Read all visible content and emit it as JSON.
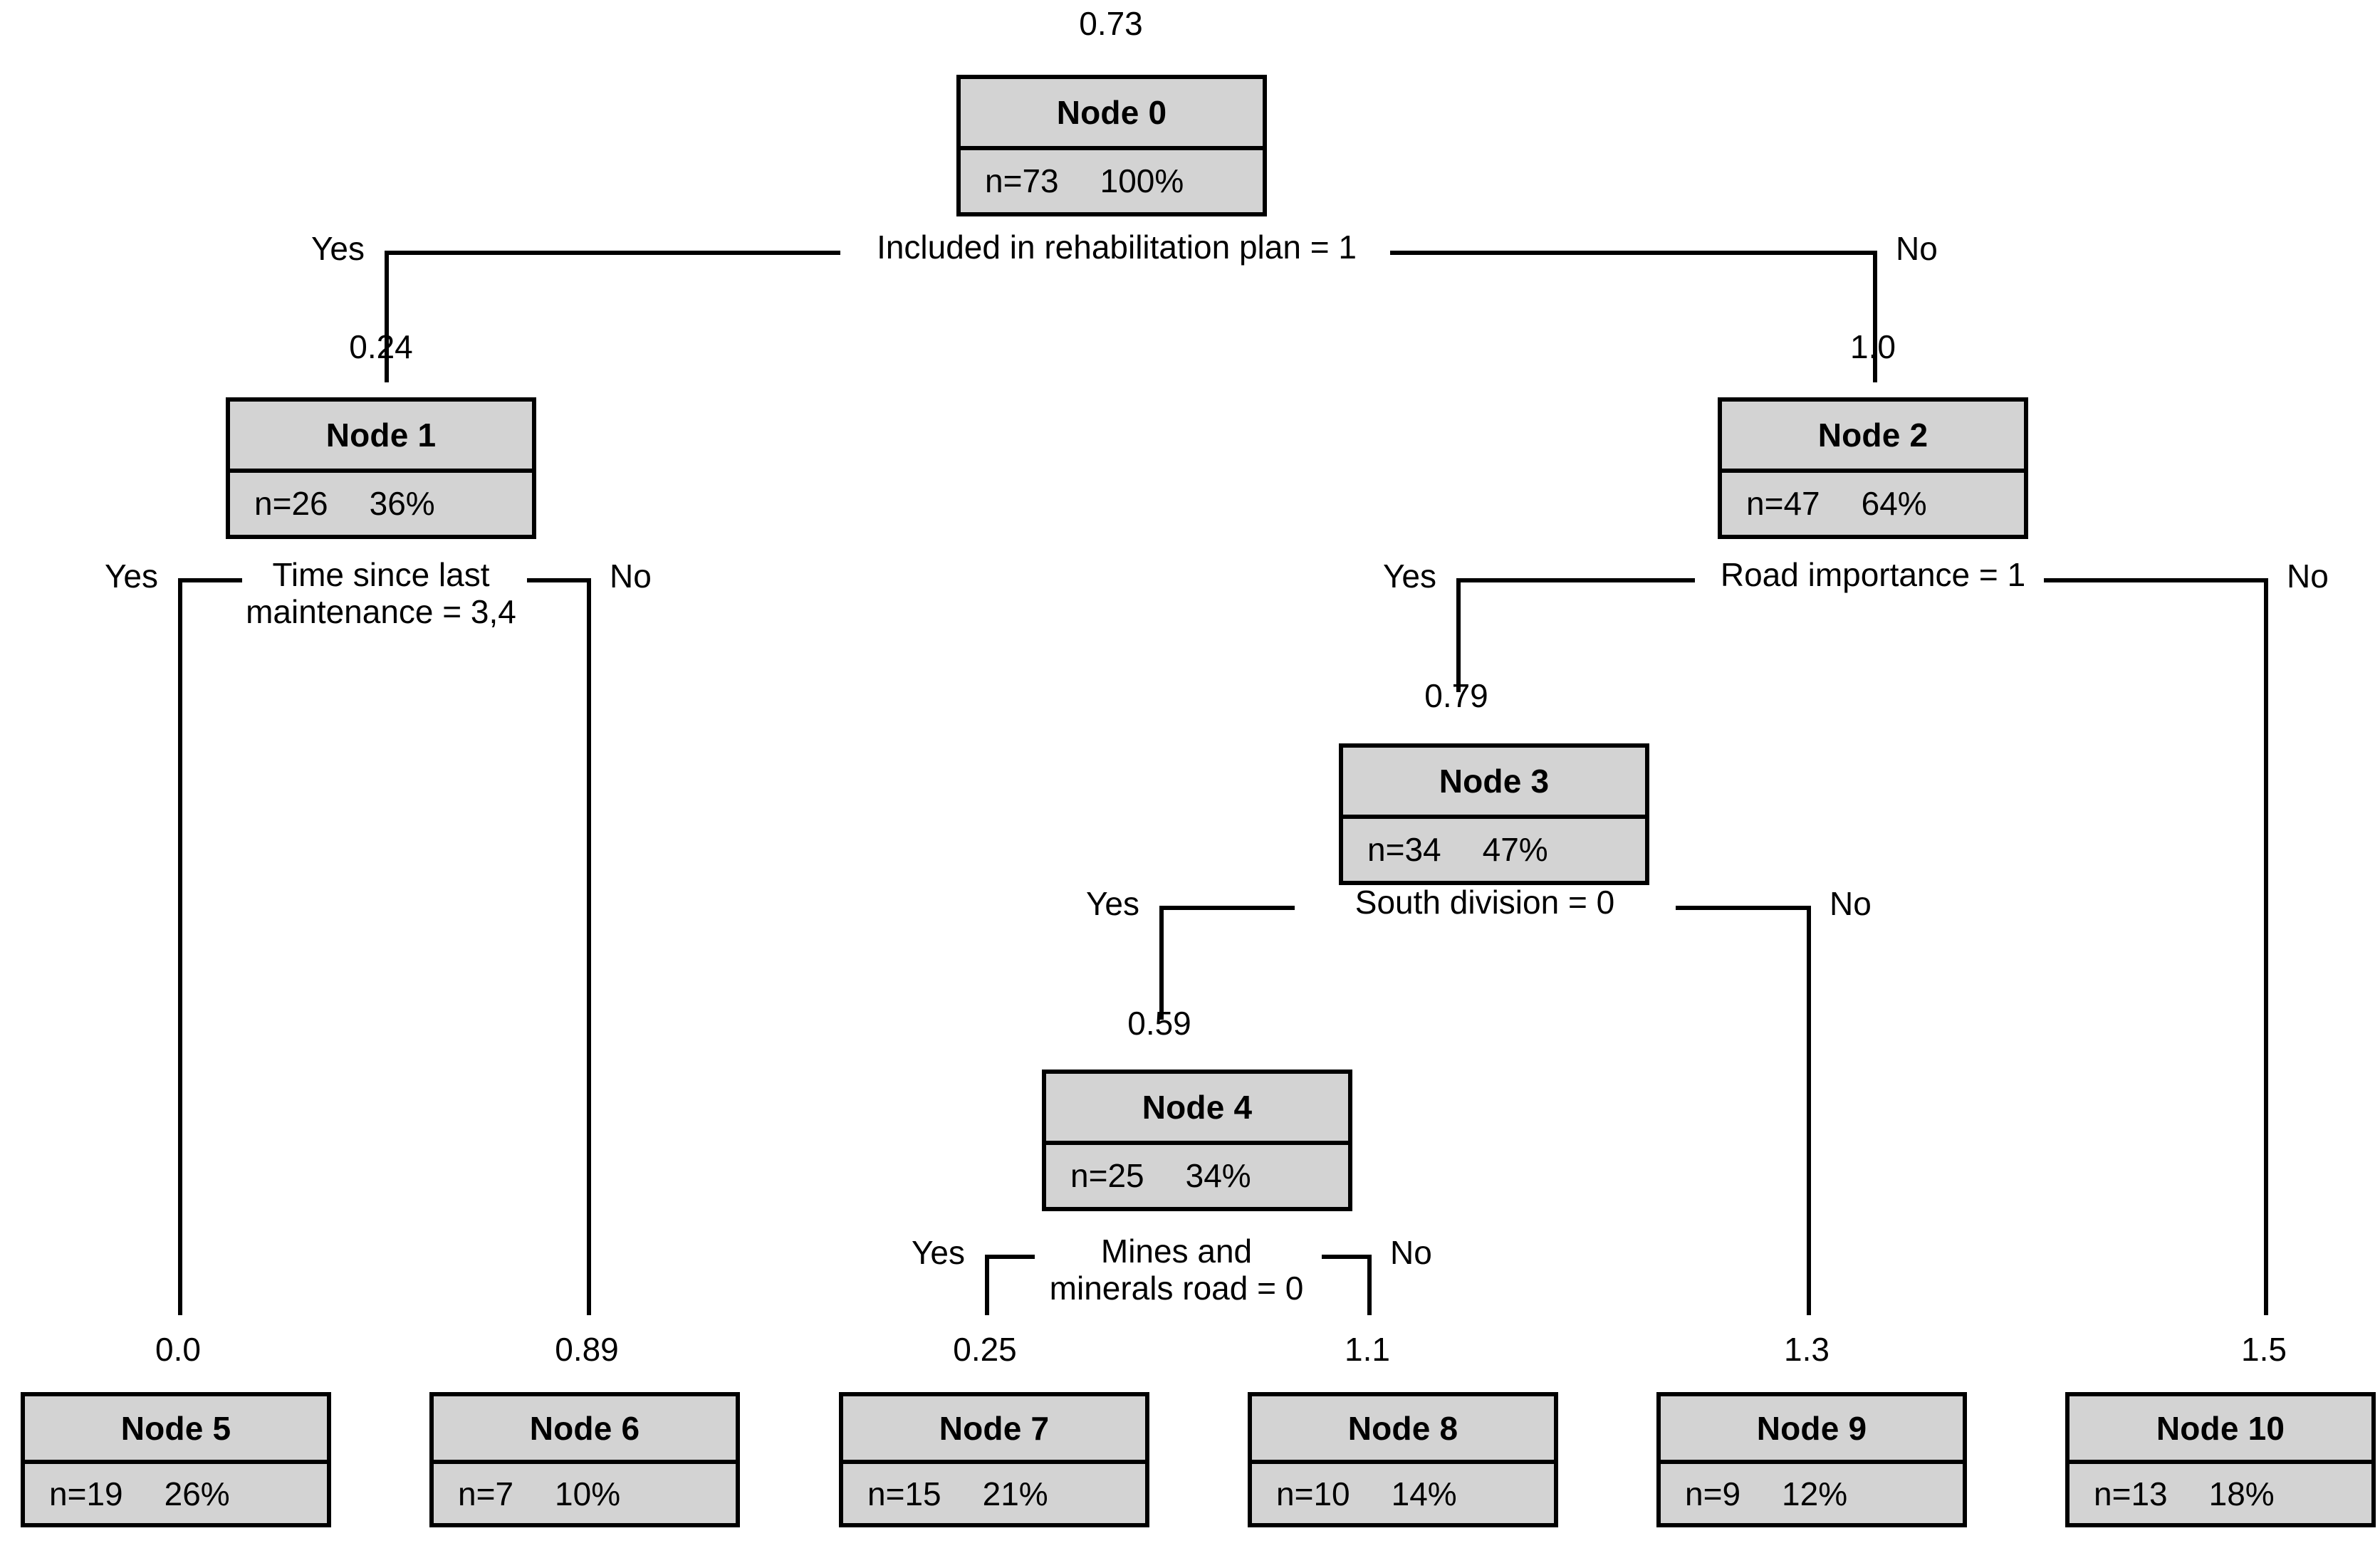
{
  "chart_data": {
    "type": "tree",
    "title": "",
    "target": "predicted value",
    "total_n": 73,
    "nodes": [
      {
        "id": "n0",
        "label": "Node 0",
        "fit": "0.73",
        "n": "n=73",
        "pct": "100%",
        "terminal": false
      },
      {
        "id": "n1",
        "label": "Node 1",
        "fit": "0.24",
        "n": "n=26",
        "pct": "36%",
        "terminal": false
      },
      {
        "id": "n2",
        "label": "Node 2",
        "fit": "1.0",
        "n": "n=47",
        "pct": "64%",
        "terminal": false
      },
      {
        "id": "n3",
        "label": "Node 3",
        "fit": "0.79",
        "n": "n=34",
        "pct": "47%",
        "terminal": false
      },
      {
        "id": "n4",
        "label": "Node 4",
        "fit": "0.59",
        "n": "n=25",
        "pct": "34%",
        "terminal": false
      },
      {
        "id": "n5",
        "label": "Node 5",
        "fit": "0.0",
        "n": "n=19",
        "pct": "26%",
        "terminal": true
      },
      {
        "id": "n6",
        "label": "Node 6",
        "fit": "0.89",
        "n": "n=7",
        "pct": "10%",
        "terminal": true
      },
      {
        "id": "n7",
        "label": "Node 7",
        "fit": "0.25",
        "n": "n=15",
        "pct": "21%",
        "terminal": true
      },
      {
        "id": "n8",
        "label": "Node 8",
        "fit": "1.1",
        "n": "n=10",
        "pct": "14%",
        "terminal": true
      },
      {
        "id": "n9",
        "label": "Node 9",
        "fit": "1.3",
        "n": "n=9",
        "pct": "12%",
        "terminal": true
      },
      {
        "id": "n10",
        "label": "Node 10",
        "fit": "1.5",
        "n": "n=13",
        "pct": "18%",
        "terminal": true
      }
    ],
    "splits": [
      {
        "parent": "n0",
        "question": "Included in rehabilitation plan = 1",
        "yes_label": "Yes",
        "no_label": "No",
        "yes_child": "n1",
        "no_child": "n2"
      },
      {
        "parent": "n1",
        "question": "Time since last\nmaintenance = 3,4",
        "yes_label": "Yes",
        "no_label": "No",
        "yes_child": "n5",
        "no_child": "n6"
      },
      {
        "parent": "n2",
        "question": "Road importance = 1",
        "yes_label": "Yes",
        "no_label": "No",
        "yes_child": "n3",
        "no_child": "n10"
      },
      {
        "parent": "n3",
        "question": "South division = 0",
        "yes_label": "Yes",
        "no_label": "No",
        "yes_child": "n4",
        "no_child": "n9"
      },
      {
        "parent": "n4",
        "question": "Mines and\nminerals road = 0",
        "yes_label": "Yes",
        "no_label": "No",
        "yes_child": "n7",
        "no_child": "n8"
      }
    ],
    "colors": {
      "node_fill": "#d3d3d3",
      "stroke": "#000000",
      "background": "#ffffff"
    }
  },
  "tree": {
    "node0": {
      "label": "Node 0",
      "fit": "0.73",
      "n": "n=73",
      "pct": "100%"
    },
    "node1": {
      "label": "Node 1",
      "fit": "0.24",
      "n": "n=26",
      "pct": "36%"
    },
    "node2": {
      "label": "Node 2",
      "fit": "1.0",
      "n": "n=47",
      "pct": "64%"
    },
    "node3": {
      "label": "Node 3",
      "fit": "0.79",
      "n": "n=34",
      "pct": "47%"
    },
    "node4": {
      "label": "Node 4",
      "fit": "0.59",
      "n": "n=25",
      "pct": "34%"
    },
    "node5": {
      "label": "Node 5",
      "fit": "0.0",
      "n": "n=19",
      "pct": "26%"
    },
    "node6": {
      "label": "Node 6",
      "fit": "0.89",
      "n": "n=7",
      "pct": "10%"
    },
    "node7": {
      "label": "Node 7",
      "fit": "0.25",
      "n": "n=15",
      "pct": "21%"
    },
    "node8": {
      "label": "Node 8",
      "fit": "1.1",
      "n": "n=10",
      "pct": "14%"
    },
    "node9": {
      "label": "Node 9",
      "fit": "1.3",
      "n": "n=9",
      "pct": "12%"
    },
    "node10": {
      "label": "Node 10",
      "fit": "1.5",
      "n": "n=13",
      "pct": "18%"
    },
    "split0": {
      "question": "Included in rehabilitation plan = 1",
      "yes": "Yes",
      "no": "No"
    },
    "split1": {
      "question": "Time since last\nmaintenance = 3,4",
      "yes": "Yes",
      "no": "No"
    },
    "split2": {
      "question": "Road importance = 1",
      "yes": "Yes",
      "no": "No"
    },
    "split3": {
      "question": "South division = 0",
      "yes": "Yes",
      "no": "No"
    },
    "split4": {
      "question": "Mines and\nminerals road = 0",
      "yes": "Yes",
      "no": "No"
    }
  }
}
